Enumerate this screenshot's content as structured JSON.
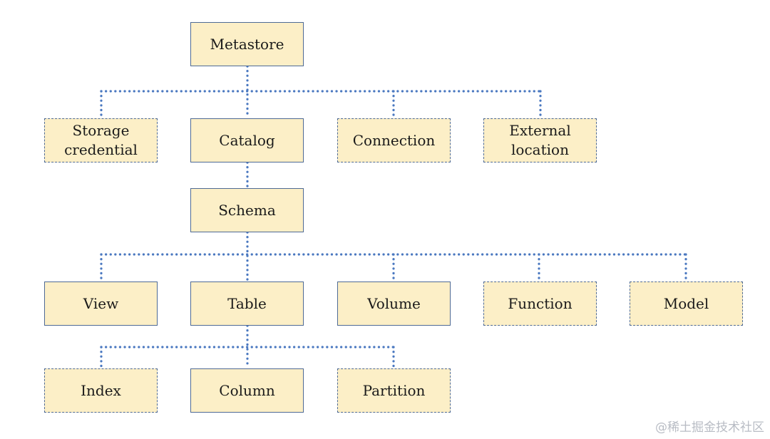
{
  "nodes": {
    "metastore": "Metastore",
    "storage_credential": "Storage\ncredential",
    "catalog": "Catalog",
    "connection": "Connection",
    "external_location": "External\nlocation",
    "schema": "Schema",
    "view": "View",
    "table": "Table",
    "volume": "Volume",
    "function": "Function",
    "model": "Model",
    "index": "Index",
    "column": "Column",
    "partition": "Partition"
  },
  "watermark": "@稀土掘金技术社区",
  "colors": {
    "box_fill": "#fcefc7",
    "box_border": "#4e6a95",
    "connector": "#4a78c0"
  }
}
